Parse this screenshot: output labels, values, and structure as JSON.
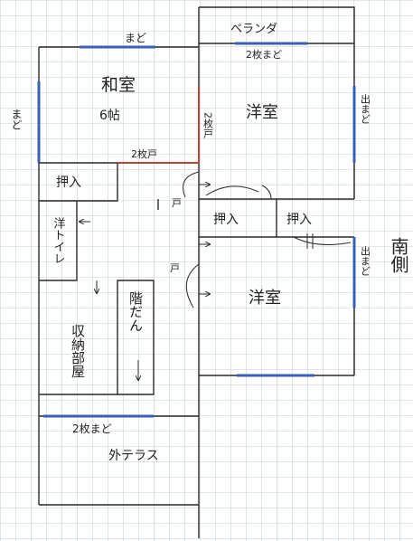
{
  "rooms": {
    "washitsu": "和室",
    "washitsu_size": "6帖",
    "yoshitsu_upper": "洋室",
    "yoshitsu_lower": "洋室",
    "toilet": "洋トイレ",
    "storage_room": "収納部屋",
    "stairs": "階だん",
    "veranda": "ベランダ",
    "terrace": "外テラス"
  },
  "closets": {
    "left": "押入",
    "mid": "押入",
    "right": "押入"
  },
  "windows": {
    "top_left": "まど",
    "left": "まど",
    "top_right": "2枚まど",
    "right_upper": "出まど",
    "right_lower": "出まど",
    "bottom": "2枚まど"
  },
  "doors": {
    "washitsu_bottom": "2枚戸",
    "washitsu_right": "2枚戸",
    "door_upper": "戸",
    "door_lower": "戸"
  },
  "orientation": "南側",
  "colors": {
    "grid": "#aebdd1",
    "wall": "#2a2a2a",
    "window": "#3a5fb5",
    "door": "#b9433a"
  }
}
